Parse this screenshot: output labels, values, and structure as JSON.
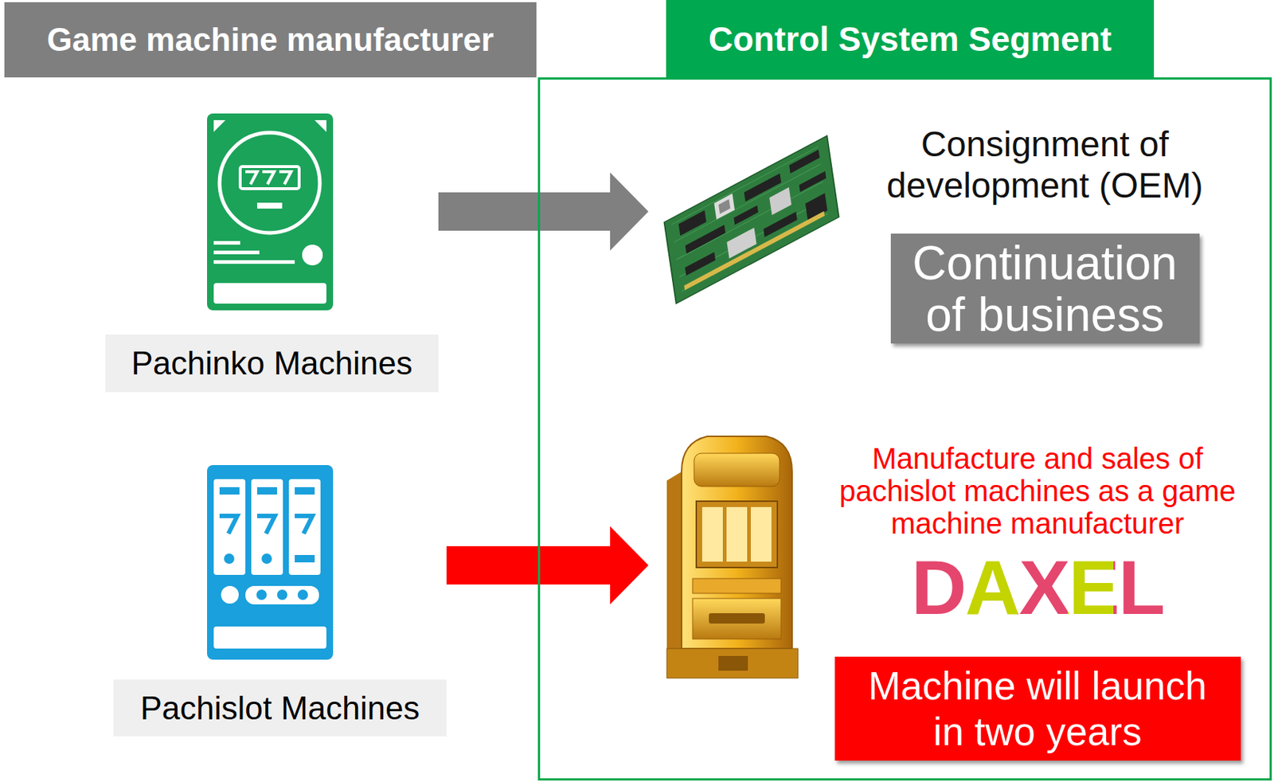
{
  "diagram": {
    "nodes": [
      {
        "text": [
          "Game machine manufacturer"
        ]
      },
      {
        "text": [
          "Control System Segment"
        ]
      },
      {
        "text": [
          "Pachinko Machines"
        ]
      },
      {
        "text": [
          "Consignment of development (OEM)"
        ],
        "in": 1
      },
      {
        "text": [
          "Continuation of business"
        ],
        "in": 3
      },
      {
        "text": [
          "Pachislot Machines"
        ]
      },
      {
        "text": [
          "Manufacture and sales of pachislot machines as a game machine manufacturer"
        ],
        "in": 1
      },
      {
        "text": [
          "Machine will launch in two years"
        ],
        "in": 6
      }
    ],
    "edges": [
      {
        "from": 2,
        "to": 3,
        "arrow": "to"
      },
      {
        "from": 5,
        "to": 6,
        "arrow": "to"
      }
    ],
    "labels": [
      "DAXEL"
    ]
  }
}
